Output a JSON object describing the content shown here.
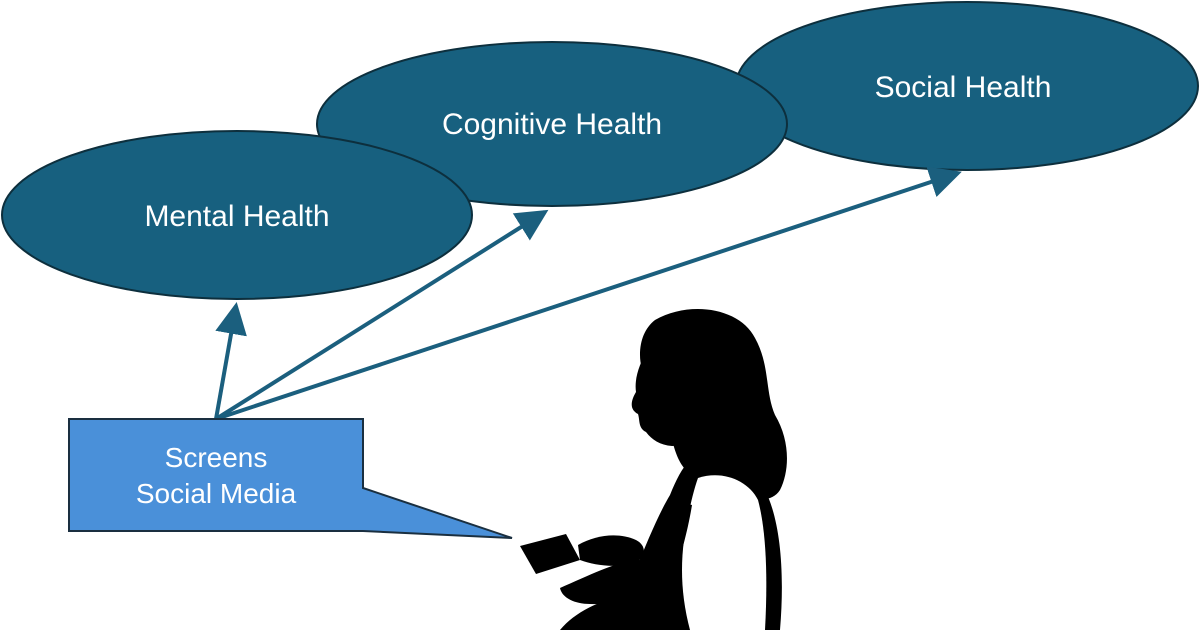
{
  "colors": {
    "ellipse_fill": "#17607f",
    "ellipse_stroke": "#0d2f3d",
    "arrow": "#1b5f7e",
    "callout_fill": "#4a90d9",
    "callout_stroke": "#1a2f40",
    "silhouette": "#000000"
  },
  "nodes": {
    "mental": {
      "label": "Mental Health"
    },
    "cognitive": {
      "label": "Cognitive Health"
    },
    "social": {
      "label": "Social Health"
    }
  },
  "source": {
    "line1": "Screens",
    "line2": "Social Media"
  },
  "figure": {
    "icon": "girl-using-phone-silhouette-icon"
  }
}
